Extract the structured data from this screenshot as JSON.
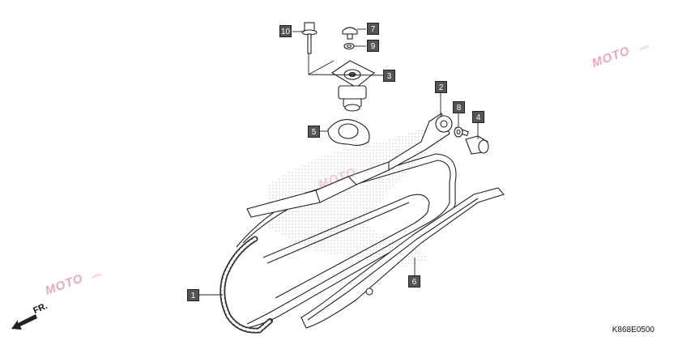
{
  "diagram": {
    "code": "K868E0500",
    "front_label": "FR.",
    "callouts": [
      "1",
      "2",
      "3",
      "4",
      "5",
      "6",
      "7",
      "8",
      "9",
      "10"
    ]
  },
  "watermark": {
    "text": "MOTO",
    "sub": "ebike"
  },
  "colors": {
    "callout_fill": "#555555",
    "line": "#222222",
    "watermark": "#e05d8a"
  }
}
